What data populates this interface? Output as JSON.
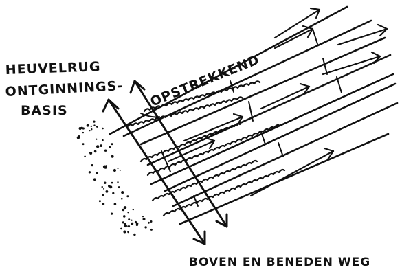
{
  "labels": {
    "heuvelrug": "HEUVELRUG",
    "ontginningsbasis_1": "ONTGINNINGS-",
    "ontginningsbasis_2": "BASIS",
    "opstrekkend": "OPSTREKKEND",
    "wegen": "BOVEN EN BENEDEN WEG"
  },
  "colors": {
    "ink": "#111111",
    "paper": "#ffffff"
  }
}
